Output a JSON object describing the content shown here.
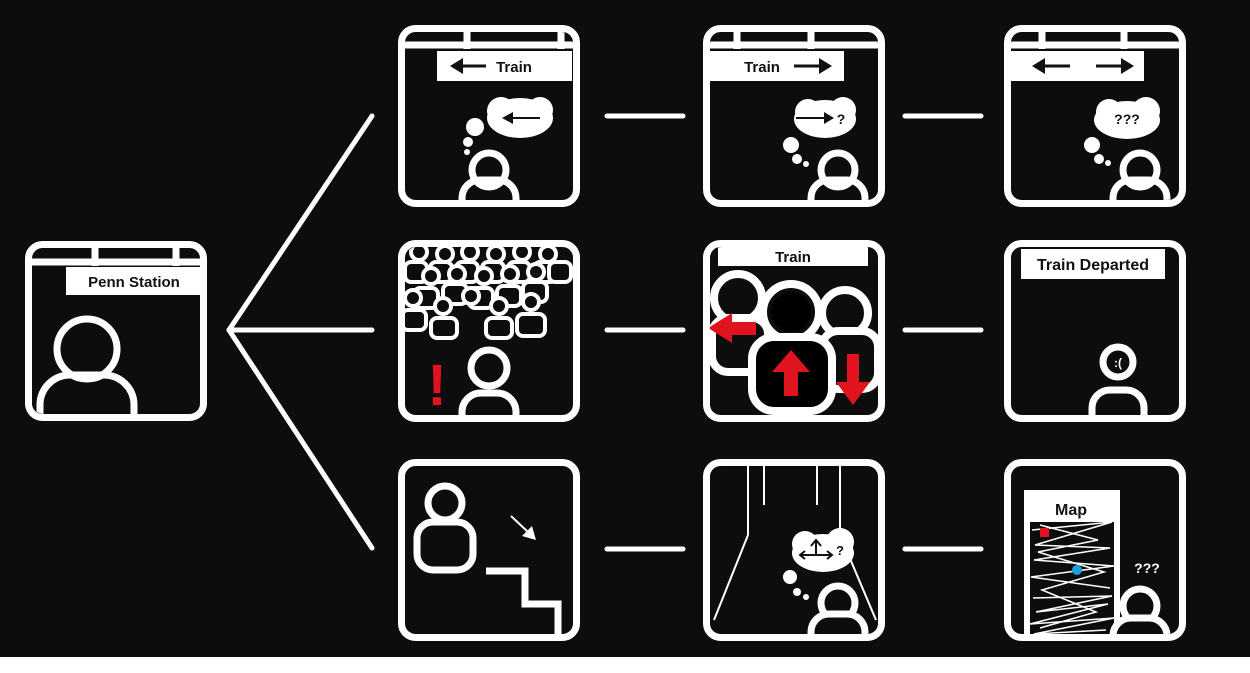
{
  "colors": {
    "background": "#0d0d0d",
    "line": "#ffffff",
    "alert": "#e0141e",
    "marker_red": "#e0141e",
    "marker_blue": "#1aa0dc",
    "page_margin": "#ffffff"
  },
  "panels": {
    "start": {
      "sign": "Penn Station",
      "icons": [
        "person-icon"
      ]
    },
    "r1c1": {
      "sign": "Train",
      "icons": [
        "arrow-left-icon",
        "thought-bubble-icon",
        "person-icon"
      ]
    },
    "r1c2": {
      "sign": "Train",
      "bubble": "?",
      "icons": [
        "arrow-right-icon",
        "thought-bubble-icon",
        "person-icon"
      ]
    },
    "r1c3": {
      "bubble": "???",
      "icons": [
        "arrow-left-icon",
        "arrow-right-icon",
        "thought-bubble-icon",
        "person-icon"
      ]
    },
    "r2c1": {
      "alert": "!",
      "icons": [
        "crowd-icon",
        "exclamation-icon",
        "person-icon"
      ]
    },
    "r2c2": {
      "sign": "Train",
      "icons": [
        "crowd-icon",
        "red-arrow-left-icon",
        "red-arrow-up-icon",
        "red-arrow-down-icon"
      ]
    },
    "r2c3": {
      "sign": "Train Departed",
      "face": ":(",
      "icons": [
        "sad-person-icon"
      ]
    },
    "r3c1": {
      "icons": [
        "person-icon",
        "arrow-down-right-icon",
        "stairs-icon"
      ]
    },
    "r3c2": {
      "bubble": "?",
      "icons": [
        "corridor-icon",
        "thought-bubble-icon",
        "direction-arrows-icon",
        "person-icon"
      ]
    },
    "r3c3": {
      "map_title": "Map",
      "bubble": "???",
      "icons": [
        "map-icon",
        "red-marker-icon",
        "blue-marker-icon",
        "person-icon"
      ]
    }
  }
}
